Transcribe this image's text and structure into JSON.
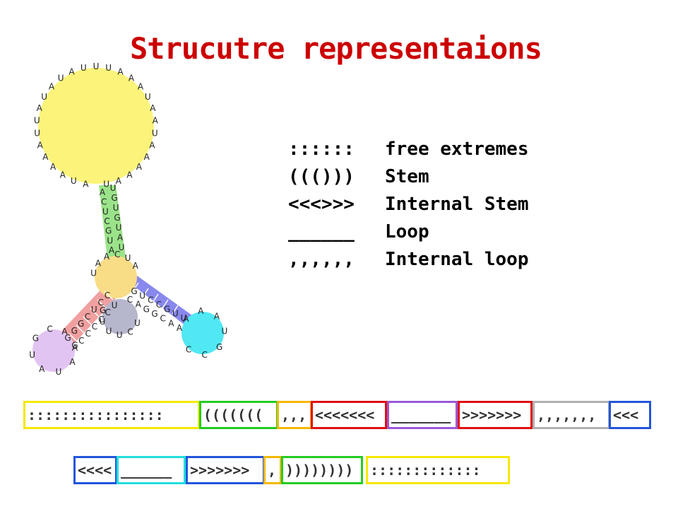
{
  "title": "Strucutre representaions",
  "legend": [
    {
      "symbol": "::::::",
      "label": "free extremes"
    },
    {
      "symbol": "((()))",
      "label": "Stem"
    },
    {
      "symbol": "<<<>>>",
      "label": "Internal Stem"
    },
    {
      "symbol": "______",
      "label": "Loop"
    },
    {
      "symbol": ",,,,,,",
      "label": "Internal loop"
    }
  ],
  "bracket_row_1": [
    {
      "text": "::::::::::::::::",
      "color": "#f5e800"
    },
    {
      "text": "(((((((",
      "color": "#22cc22"
    },
    {
      "text": ",,,",
      "color": "#f5b800"
    },
    {
      "text": "<<<<<<<",
      "color": "#e01010"
    },
    {
      "text": "_______",
      "color": "#9b59d9"
    },
    {
      "text": ">>>>>>>",
      "color": "#e01010"
    },
    {
      "text": ",,,,,,,",
      "color": "#b0b0b0"
    },
    {
      "text": "<<<",
      "color": "#2255dd"
    }
  ],
  "bracket_row_2": [
    {
      "text": "<<<<",
      "color": "#2255dd"
    },
    {
      "text": "______",
      "color": "#22dddd"
    },
    {
      "text": ">>>>>>>",
      "color": "#2255dd"
    },
    {
      "text": ",",
      "color": "#f5b800"
    },
    {
      "text": "))))))))",
      "color": "#22cc22"
    },
    {
      "text": ":::::::::::::",
      "color": "#f5e800"
    }
  ],
  "colors": {
    "title": "#cc0000",
    "hairpin_loop": "#fbf37a",
    "stem_green": "#9be38a",
    "junction": "#f9dc86",
    "helix_red": "#f0a0a0",
    "loop_purple": "#e2c4f2",
    "multiloop_gray": "#b6b6cc",
    "helix_blue": "#8888ee",
    "loop_cyan": "#4fe8f3"
  },
  "rna_bases": {
    "top_loop": [
      "A",
      "U",
      "A",
      "A",
      "A",
      "A",
      "U",
      "U",
      "A",
      "U",
      "A",
      "U",
      "A",
      "U",
      "U",
      "U",
      "A",
      "A",
      "A",
      "U",
      "A",
      "A",
      "U",
      "A",
      "A",
      "A",
      "A",
      "A",
      "U"
    ],
    "stem_left": [
      "A",
      "C",
      "U",
      "C",
      "G",
      "U",
      "A"
    ],
    "stem_right": [
      "U",
      "G",
      "U",
      "G",
      "U",
      "A",
      "U"
    ],
    "junction": [
      "U",
      "A",
      "A",
      "C",
      "U",
      "A"
    ],
    "red_helix_a": [
      "C",
      "C",
      "U",
      "C",
      "G",
      "G",
      "G"
    ],
    "red_helix_b": [
      "U",
      "C",
      "C",
      "C",
      "C",
      "C",
      "A"
    ],
    "purple_loop": [
      "A",
      "G",
      "A",
      "U",
      "A",
      "U",
      "G",
      "C"
    ],
    "gray_loop": [
      "G",
      "U",
      "U",
      "U",
      "C",
      "U"
    ],
    "blue_helix_a": [
      "G",
      "U",
      "C",
      "C",
      "G",
      "U",
      "U"
    ],
    "blue_helix_b": [
      "C",
      "A",
      "G",
      "G",
      "C",
      "A",
      "A"
    ],
    "cyan_loop": [
      "A",
      "A",
      "A",
      "U",
      "G",
      "C",
      "C"
    ]
  }
}
